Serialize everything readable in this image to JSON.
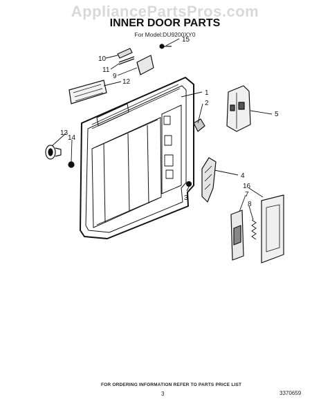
{
  "watermark": "AppliancePartsPros.com",
  "title": "INNER DOOR PARTS",
  "subtitle": "For Model:DU9200XY0",
  "footer": {
    "note": "FOR ORDERING INFORMATION REFER TO PARTS PRICE LIST",
    "page": "3",
    "doc_number": "3370659"
  },
  "callouts": {
    "c1": "1",
    "c2": "2",
    "c3": "3",
    "c4": "4",
    "c5": "5",
    "c6": "16",
    "c7": "7",
    "c8": "8",
    "c9": "9",
    "c10": "10",
    "c11": "11",
    "c12": "12",
    "c13": "13",
    "c14": "14",
    "c15": "15"
  }
}
